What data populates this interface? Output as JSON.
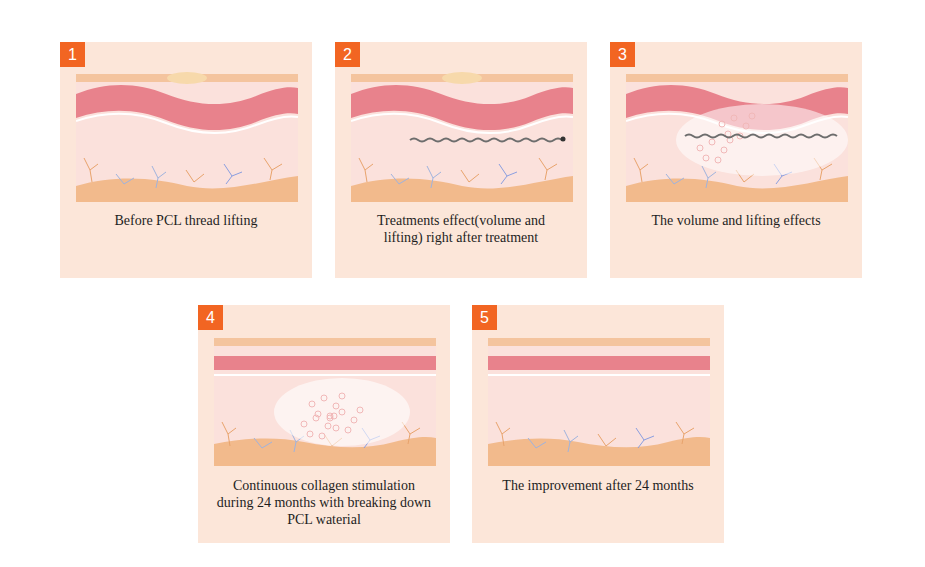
{
  "diagram": {
    "nodes": [
      {
        "text": [
          "1",
          "Before PCL thread lifting"
        ]
      },
      {
        "text": [
          "2",
          "Treatments effect(volume and lifting) right after treatment"
        ]
      },
      {
        "text": [
          "3",
          "The volume and lifting effects"
        ]
      },
      {
        "text": [
          "4",
          "Continuous collagen stimulation during 24 months with breaking down PCL waterial"
        ]
      },
      {
        "text": [
          "5",
          "The improvement after 24 months"
        ]
      }
    ]
  }
}
